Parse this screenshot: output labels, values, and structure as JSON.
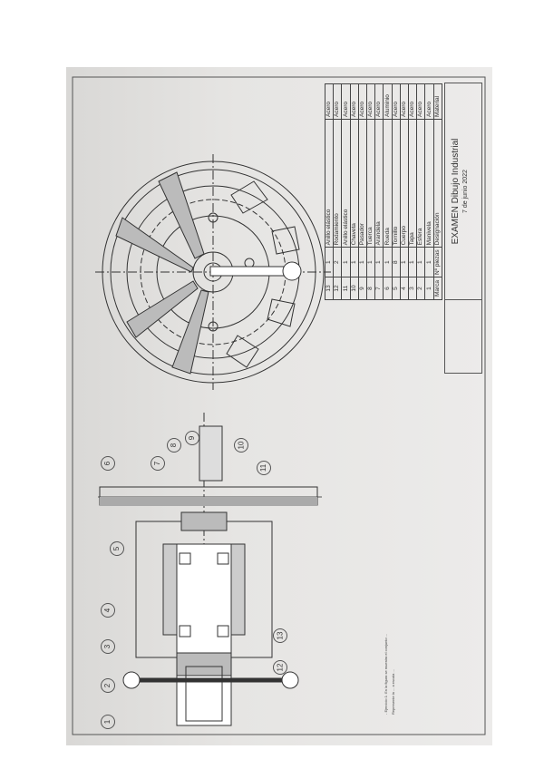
{
  "parts_list": {
    "headers": [
      "Marca",
      "Nº piezas",
      "Designación",
      "Material"
    ],
    "rows": [
      [
        "13",
        "1",
        "Anillo elástico",
        "Acero"
      ],
      [
        "12",
        "2",
        "Rodamiento",
        "Acero"
      ],
      [
        "11",
        "1",
        "Anillo elástico",
        "Acero"
      ],
      [
        "10",
        "1",
        "Chaveta",
        "Acero"
      ],
      [
        "9",
        "1",
        "Pasador",
        "Acero"
      ],
      [
        "8",
        "1",
        "Tuerca",
        "Acero"
      ],
      [
        "7",
        "1",
        "Arandela",
        "Acero"
      ],
      [
        "6",
        "1",
        "Rueda",
        "Aluminio"
      ],
      [
        "5",
        "8",
        "Tornillo",
        "Acero"
      ],
      [
        "4",
        "1",
        "Cuerpo",
        "Acero"
      ],
      [
        "3",
        "1",
        "Tapa",
        "Acero"
      ],
      [
        "2",
        "1",
        "Esfera",
        "Acero"
      ],
      [
        "1",
        "1",
        "Manivela",
        "Acero"
      ]
    ]
  },
  "title_block": {
    "title": "EXAMEN Dibujo Industrial",
    "date": "7 de junio 2022"
  },
  "exercise": {
    "line1": "- Ejercicio 1: En la figura se muestra el conjunto ...",
    "line2": "Represente la ... a escala ..."
  },
  "balloons": [
    "1",
    "2",
    "3",
    "4",
    "5",
    "6",
    "7",
    "8",
    "9",
    "10",
    "11",
    "12",
    "13"
  ]
}
